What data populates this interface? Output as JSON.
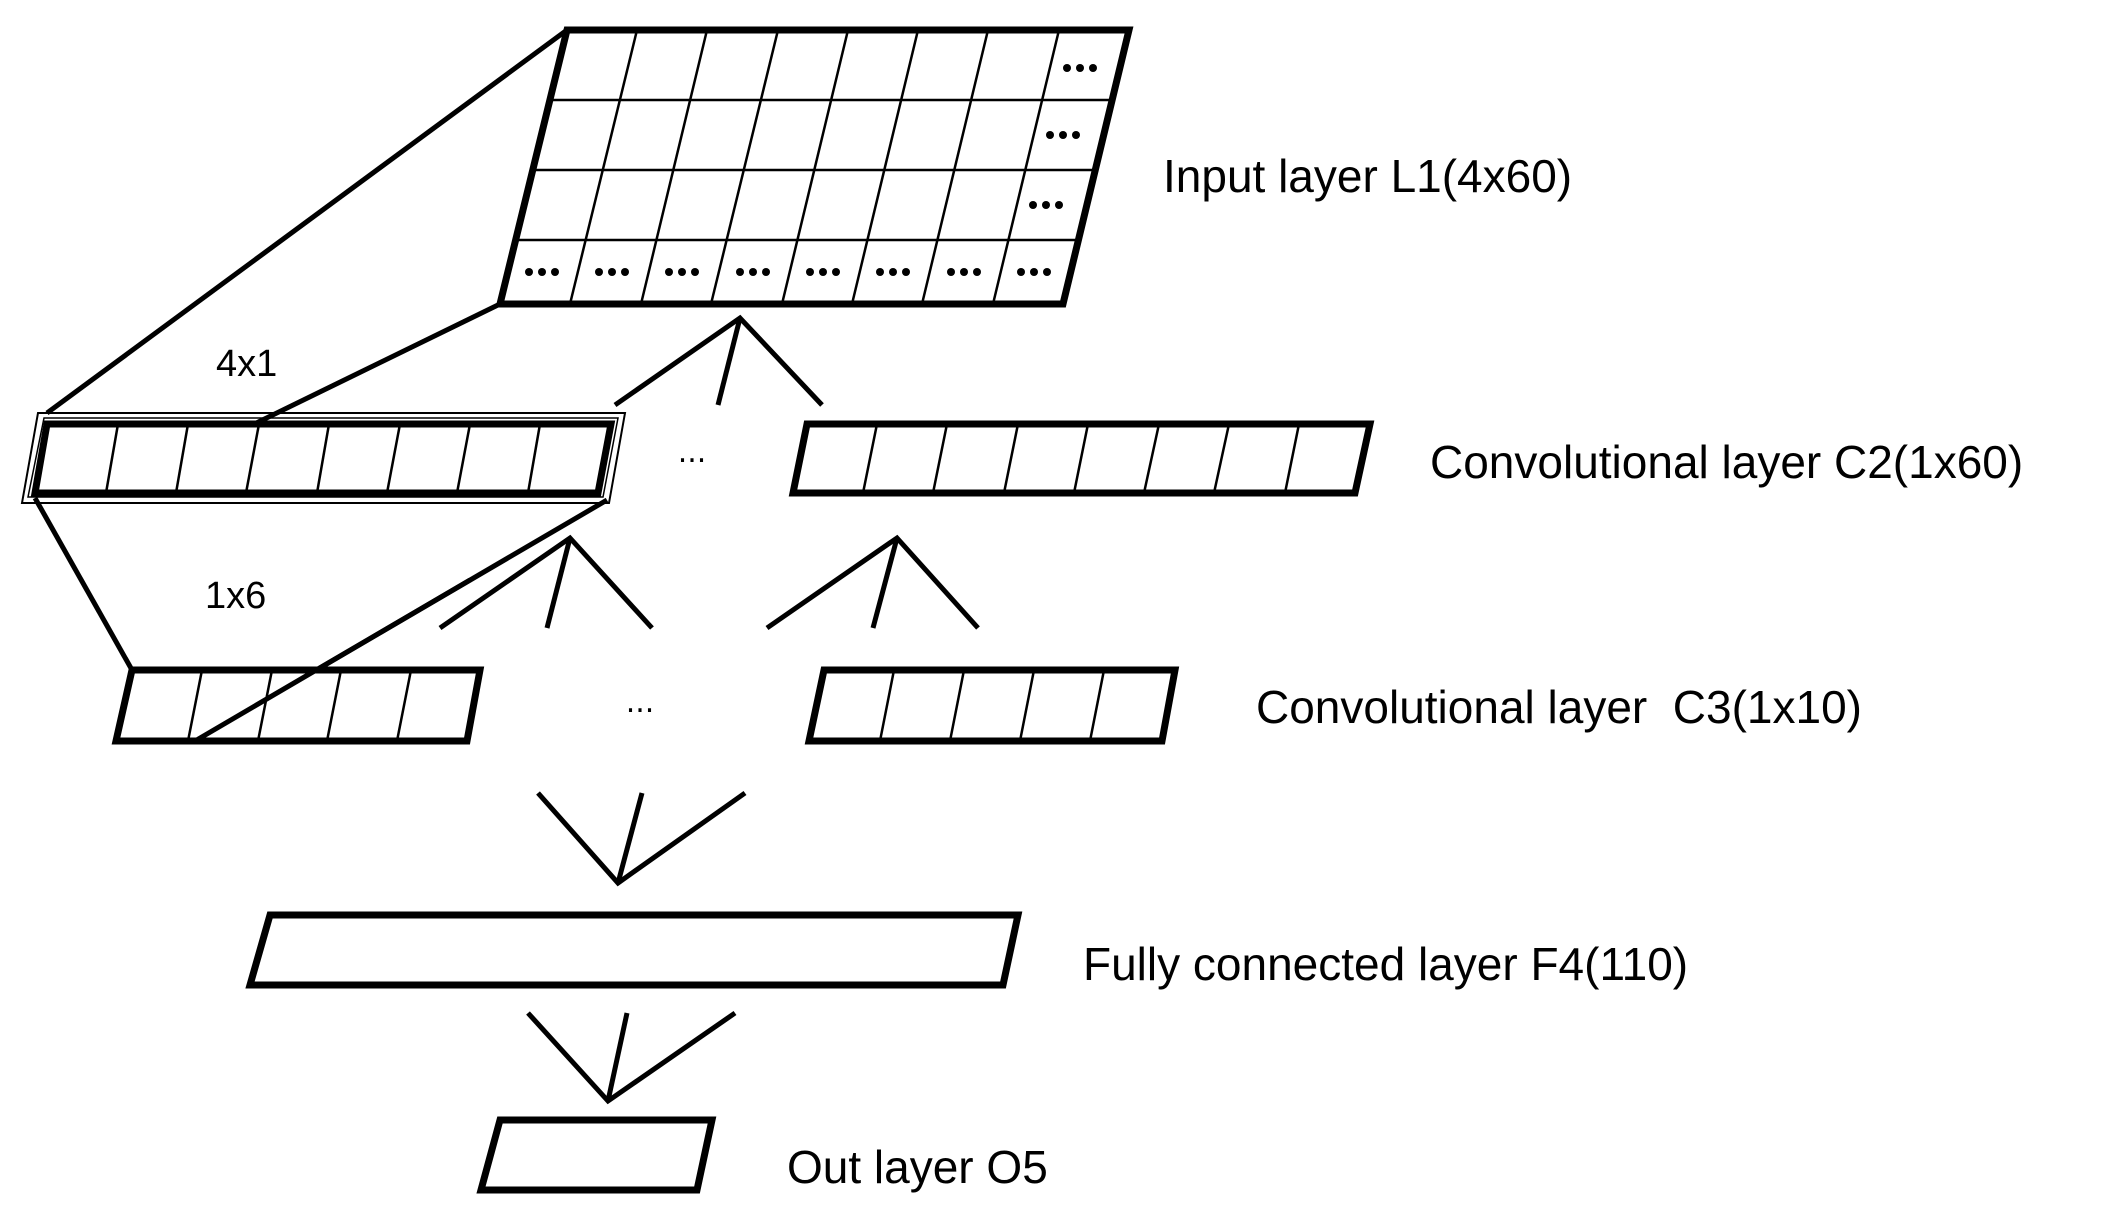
{
  "layers": {
    "input": {
      "label": "Input layer L1(4x60)"
    },
    "conv2": {
      "label": "Convolutional layer C2(1x60)",
      "ellipsis": "..."
    },
    "conv3": {
      "label": "Convolutional layer  C3(1x10)",
      "ellipsis": "..."
    },
    "fc4": {
      "label": "Fully connected layer F4(110)"
    },
    "out5": {
      "label": "Out layer O5"
    }
  },
  "kernels": {
    "first": "4x1",
    "second": "1x6"
  }
}
